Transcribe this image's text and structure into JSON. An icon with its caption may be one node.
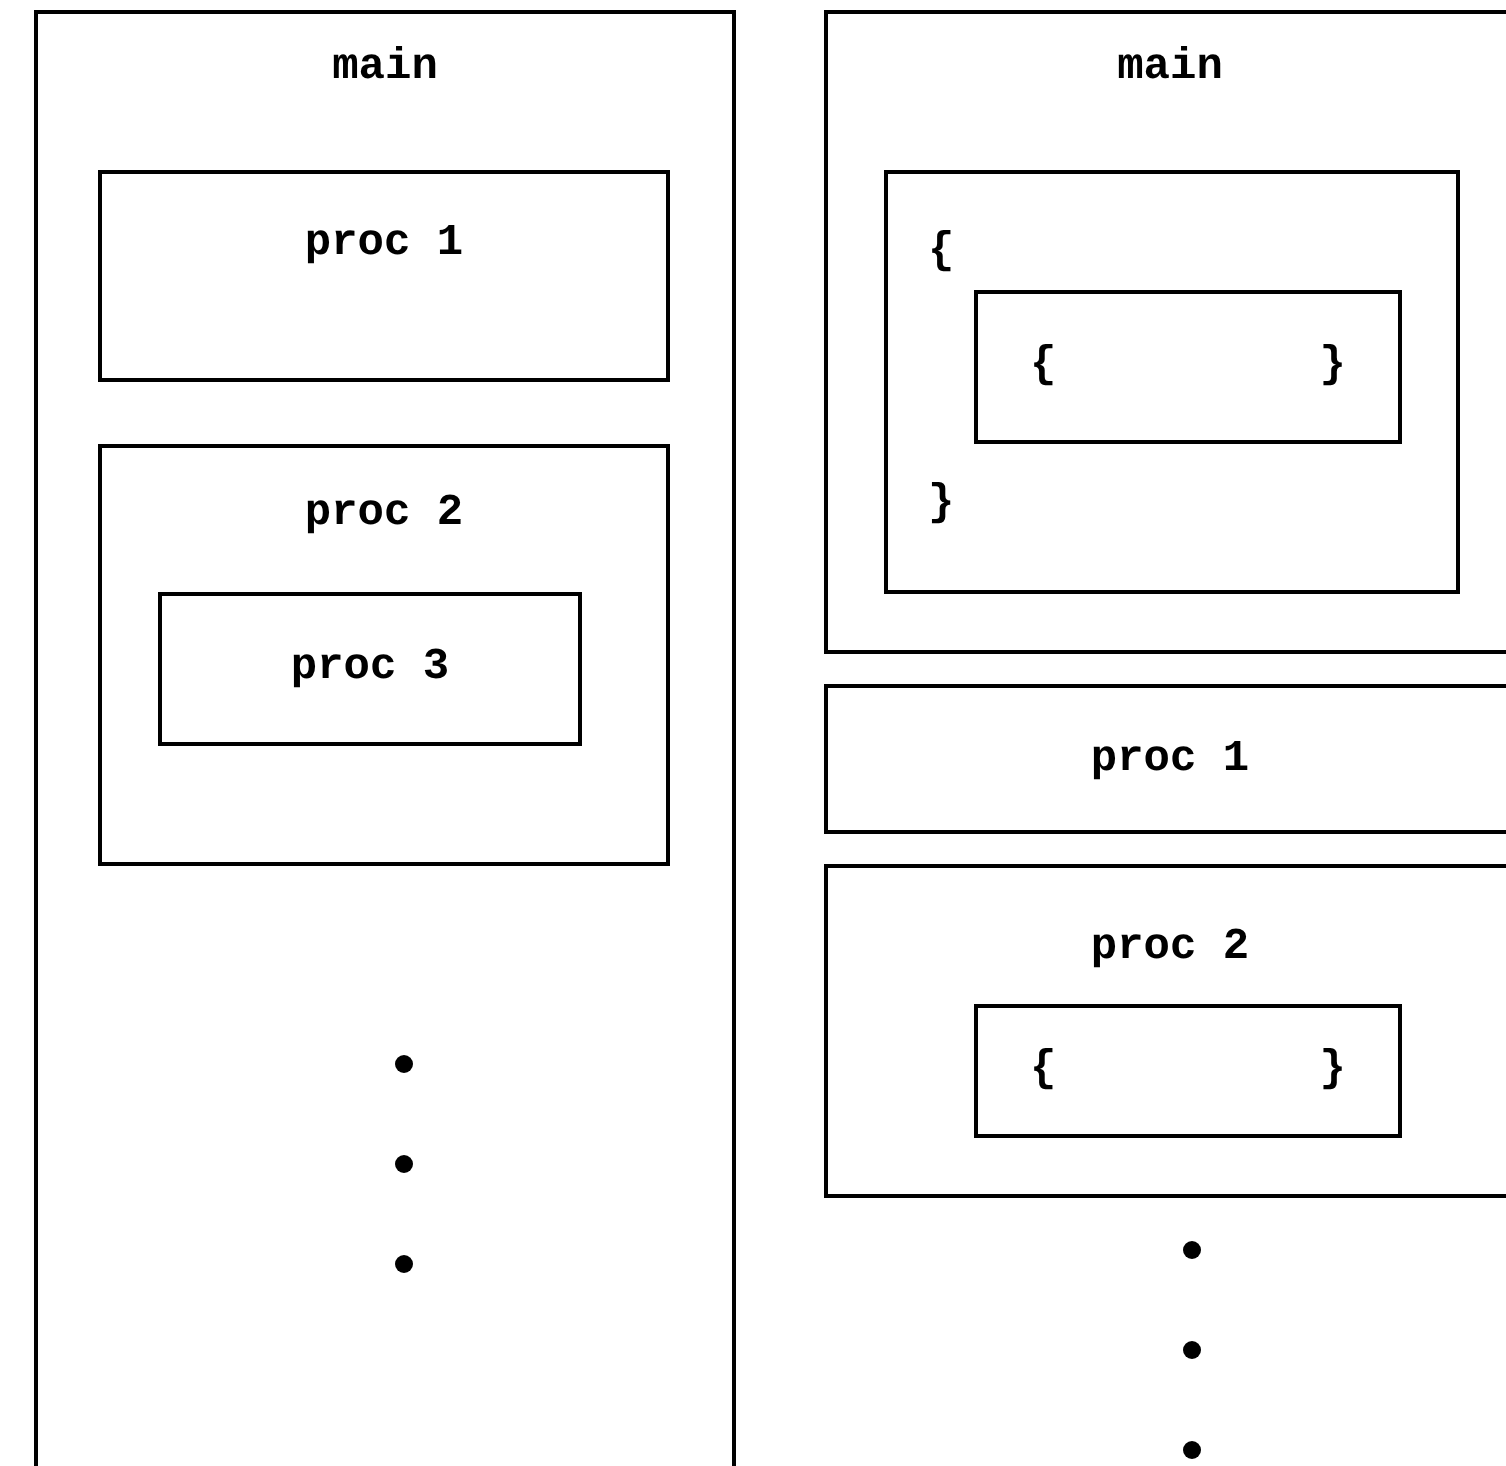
{
  "diagram": {
    "nodes": [
      {
        "text": [
          "main"
        ]
      },
      {
        "text": [
          "proc 1"
        ],
        "in": 0
      },
      {
        "text": [
          "proc 2"
        ],
        "in": 0
      },
      {
        "text": [
          "proc 3"
        ],
        "in": 2
      },
      {
        "text": [
          "main"
        ]
      },
      {
        "text": [
          "{",
          "}"
        ],
        "in": 4
      },
      {
        "text": [
          "{",
          "}"
        ],
        "in": 5
      },
      {
        "text": [
          "proc 1"
        ]
      },
      {
        "text": [
          "proc 2"
        ]
      },
      {
        "text": [
          "{",
          "}"
        ],
        "in": 8
      }
    ]
  }
}
